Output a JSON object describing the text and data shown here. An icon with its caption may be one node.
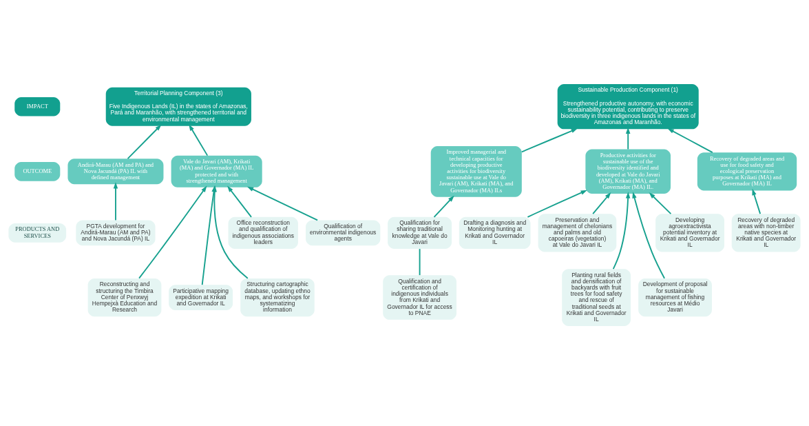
{
  "diagram": {
    "nodes": [
      {
        "text": [
          "IMPACT"
        ]
      },
      {
        "text": [
          "OUTCOME"
        ]
      },
      {
        "text": [
          "PRODUCTS AND SERVICES"
        ]
      },
      {
        "text": [
          "Sustainable Production Component (1)",
          "Strengthened productive autonomy, with economic sustainability potential, contributing to preserve biodiversity in three indigenous lands in the states of Amazonas and Maranhão."
        ]
      },
      {
        "text": [
          "Territorial Planning Component (3)",
          "Five Indigenous Lands (IL) in the states of Amazonas, Pará and Maranhão, with strengthened territorial and environmental management"
        ]
      },
      {
        "text": [
          "Productive activities for sustainable use of the biodiversity identified and developed at Vale do Javari (AM), Krikati (MA), and Governador (MA) IL."
        ]
      },
      {
        "text": [
          "Improved managerial and technical capacities for developing productive activities for biodiversity sustainable use at Vale do Javari (AM), Krikati (MA), and Governador (MA) ILs"
        ]
      },
      {
        "text": [
          "Recovery of degraded areas and use for food safety and ecological preservation purposes at Krikati (MA) and Governador (MA) IL"
        ]
      },
      {
        "text": [
          "Vale do Javari (AM), Krikati (MA) and Governador (MA) IL protected and with strengthened management"
        ]
      },
      {
        "text": [
          "Andirá-Marau (AM and PA) and Nova Jacundá (PA) IL with defined management"
        ]
      },
      {
        "text": [
          "Preservation and management of chelonians and palms and old capoeiras (vegetation) at Vale do Javari IL"
        ]
      },
      {
        "text": [
          "Drafting a diagnosis and Monitoring hunting at Krikati and Governador IL"
        ]
      },
      {
        "text": [
          "Developing agroextractivista potential inventory at Krikati and Governador IL"
        ]
      },
      {
        "text": [
          "Qualification for sharing traditional knowledge at Vale do Javari"
        ]
      },
      {
        "text": [
          "Recovery of degraded areas with non-timber native species at Krikati and Governador IL"
        ]
      },
      {
        "text": [
          "Qualification of environmental indigenous agents"
        ]
      },
      {
        "text": [
          "Office reconstruction and qualification of indigenous associations leaders"
        ]
      },
      {
        "text": [
          "PGTA development for Andirá-Marau (AM and PA) and Nova Jacundá (PA) IL"
        ]
      },
      {
        "text": [
          "Development of proposal for sustainable management of fishing resources at Médio Javari"
        ]
      },
      {
        "text": [
          "Planting rural fields and densification of backyards with fruit trees for food safety and rescue of traditional seeds at Krikati and Governador IL"
        ]
      },
      {
        "text": [
          "Qualification and certification of indigenous individuals from Krikati and Governador IL for access to PNAE"
        ]
      },
      {
        "text": [
          "Structuring cartographic database, updating ethno maps, and workshops for systematizing information"
        ]
      },
      {
        "text": [
          "Reconstructing and structuring the Timbira Center of Penxwyj Hempejxà Education and Research"
        ]
      },
      {
        "text": [
          "Participative mapping expedition at Krikati and Governador IL"
        ]
      }
    ],
    "edges": [
      {
        "from": 5,
        "to": 3,
        "arrow": "to"
      },
      {
        "from": 6,
        "to": 3,
        "arrow": "to"
      },
      {
        "from": 7,
        "to": 3,
        "arrow": "to"
      },
      {
        "from": 8,
        "to": 4,
        "arrow": "to"
      },
      {
        "from": 9,
        "to": 4,
        "arrow": "to"
      },
      {
        "from": 10,
        "to": 5,
        "arrow": "to"
      },
      {
        "from": 11,
        "to": 5,
        "arrow": "to"
      },
      {
        "from": 12,
        "to": 5,
        "arrow": "to"
      },
      {
        "from": 18,
        "to": 5,
        "arrow": "to"
      },
      {
        "from": 19,
        "to": 5,
        "arrow": "to"
      },
      {
        "from": 13,
        "to": 6,
        "arrow": "to"
      },
      {
        "from": 20,
        "to": 13,
        "arrow": "none"
      },
      {
        "from": 14,
        "to": 7,
        "arrow": "to"
      },
      {
        "from": 21,
        "to": 8,
        "arrow": "to"
      },
      {
        "from": 15,
        "to": 8,
        "arrow": "to"
      },
      {
        "from": 16,
        "to": 8,
        "arrow": "to"
      },
      {
        "from": 22,
        "to": 8,
        "arrow": "to"
      },
      {
        "from": 23,
        "to": 8,
        "arrow": "to"
      },
      {
        "from": 17,
        "to": 9,
        "arrow": "to"
      }
    ]
  }
}
